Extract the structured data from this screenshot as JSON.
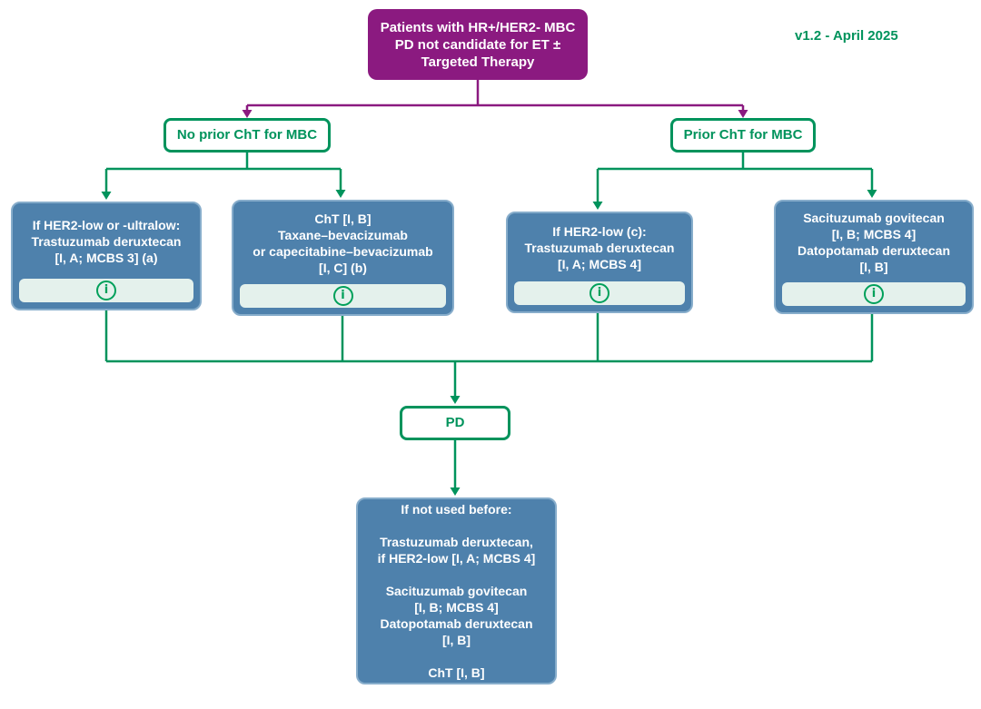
{
  "meta": {
    "version_label": "v1.2 - April 2025"
  },
  "colors": {
    "root_purple": "#8B1A80",
    "line_green": "#00935C",
    "option_blue": "#4E81AC",
    "option_border": "#87ADCB",
    "info_bar_bg": "#E4F1EC",
    "info_icon_green": "#00A05A",
    "text_white": "#FFFFFF"
  },
  "icons": {
    "info_glyph": "i",
    "info_name": "info-icon"
  },
  "root": {
    "lines": [
      "Patients with HR+/HER2- MBC",
      "PD not candidate for ET ±",
      "Targeted Therapy"
    ]
  },
  "branches": {
    "no_prior": {
      "label": "No prior ChT for MBC"
    },
    "prior": {
      "label": "Prior ChT for MBC"
    }
  },
  "options": [
    {
      "id": "trastuzumab-deruxtecan-ultralow",
      "lines": [
        "If HER2-low or -ultralow:",
        "Trastuzumab deruxtecan",
        "[I, A; MCBS 3] (a)"
      ],
      "has_info_button": true
    },
    {
      "id": "cht-bevacizumab",
      "lines": [
        "ChT [I, B]",
        "Taxane–bevacizumab",
        "or capecitabine–bevacizumab",
        "[I, C] (b)"
      ],
      "has_info_button": true
    },
    {
      "id": "trastuzumab-deruxtecan-her2low",
      "lines": [
        "If HER2-low (c):",
        "Trastuzumab deruxtecan",
        "[I, A; MCBS 4]"
      ],
      "has_info_button": true
    },
    {
      "id": "sacituzumab-datopotamab",
      "lines": [
        "Sacituzumab govitecan",
        "[I, B; MCBS 4]",
        "Datopotamab deruxtecan",
        "[I, B]"
      ],
      "has_info_button": true
    }
  ],
  "pd": {
    "label": "PD"
  },
  "final": {
    "lines": [
      "If not used before:",
      "",
      "Trastuzumab deruxtecan,",
      "if HER2-low [I, A; MCBS 4]",
      "",
      "Sacituzumab govitecan",
      "[I, B; MCBS 4]",
      "Datopotamab deruxtecan",
      "[I, B]",
      "",
      "ChT [I, B]"
    ]
  }
}
